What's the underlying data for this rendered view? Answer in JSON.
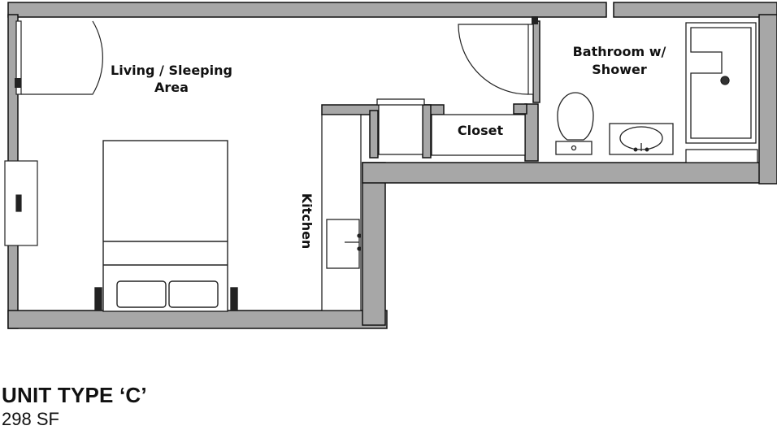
{
  "unit": {
    "title": "UNIT TYPE ‘C’",
    "area": "298 SF"
  },
  "rooms": {
    "living_line1": "Living / Sleeping",
    "living_line2": "Area",
    "closet": "Closet",
    "bath_line1": "Bathroom w/",
    "bath_line2": "Shower",
    "kitchen": "Kitchen"
  },
  "colors": {
    "wall_fill": "#a7a7a7",
    "wall_stroke": "#111111",
    "fixture_stroke": "#222222"
  }
}
